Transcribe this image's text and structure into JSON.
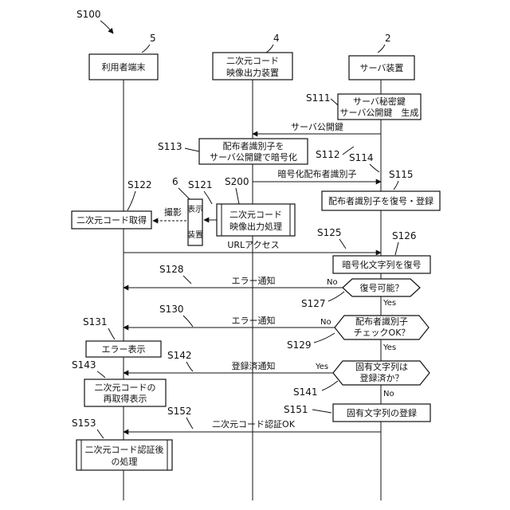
{
  "figure": {
    "title": "S100",
    "entities": [
      {
        "ref": "5",
        "label": [
          "利用者端末"
        ]
      },
      {
        "ref": "4",
        "label": [
          "二次元コード",
          "映像出力装置"
        ]
      },
      {
        "ref": "2",
        "label": [
          "サーバ装置"
        ]
      }
    ]
  },
  "steps": {
    "s111": {
      "id": "S111",
      "text": [
        "サーバ秘密鍵",
        "サーバ公開鍵　生成"
      ]
    },
    "m_pubkey": {
      "text": "サーバ公開鍵"
    },
    "s113": {
      "id": "S113",
      "text": [
        "配布者識別子を",
        "サーバ公開鍵で暗号化"
      ]
    },
    "s112": {
      "id": "S112"
    },
    "s114": {
      "id": "S114"
    },
    "m_enc": {
      "text": "暗号化配布者識別子"
    },
    "s115": {
      "id": "S115",
      "text": "配布者識別子を復号・登録"
    },
    "s122": {
      "id": "S122",
      "text": "二次元コード取得"
    },
    "ref6": {
      "id": "6"
    },
    "s121": {
      "id": "S121"
    },
    "s200": {
      "id": "S200",
      "text": [
        "二次元コード",
        "映像出力処理"
      ]
    },
    "display": {
      "text": [
        "表示",
        "装置"
      ]
    },
    "m_shoot": {
      "text": "撮影"
    },
    "m_url": {
      "text": "URLアクセス"
    },
    "s125": {
      "id": "S125"
    },
    "s126": {
      "id": "S126",
      "text": "暗号化文字列を復号"
    },
    "s128": {
      "id": "S128"
    },
    "m_err1": {
      "text": "エラー通知"
    },
    "d_decode": {
      "text": "復号可能？",
      "no": "No",
      "yes": "Yes"
    },
    "s127": {
      "id": "S127"
    },
    "s130": {
      "id": "S130"
    },
    "m_err2": {
      "text": "エラー通知"
    },
    "d_check": {
      "text": [
        "配布者識別子",
        "チェックOK？"
      ],
      "no": "No",
      "yes": "Yes"
    },
    "s131": {
      "id": "S131",
      "text": "エラー表示"
    },
    "s129": {
      "id": "S129"
    },
    "s142": {
      "id": "S142"
    },
    "m_reg": {
      "text": "登録済通知"
    },
    "d_reg": {
      "text": [
        "固有文字列は",
        "登録済か？"
      ],
      "no": "No",
      "yes": "Yes"
    },
    "s143": {
      "id": "S143",
      "text": [
        "二次元コードの",
        "再取得表示"
      ]
    },
    "s141": {
      "id": "S141"
    },
    "s151": {
      "id": "S151",
      "text": "固有文字列の登録"
    },
    "s152": {
      "id": "S152"
    },
    "m_ok": {
      "text": "二次元コード認証OK"
    },
    "s153": {
      "id": "S153",
      "text": [
        "二次元コード認証後",
        "の処理"
      ]
    }
  }
}
